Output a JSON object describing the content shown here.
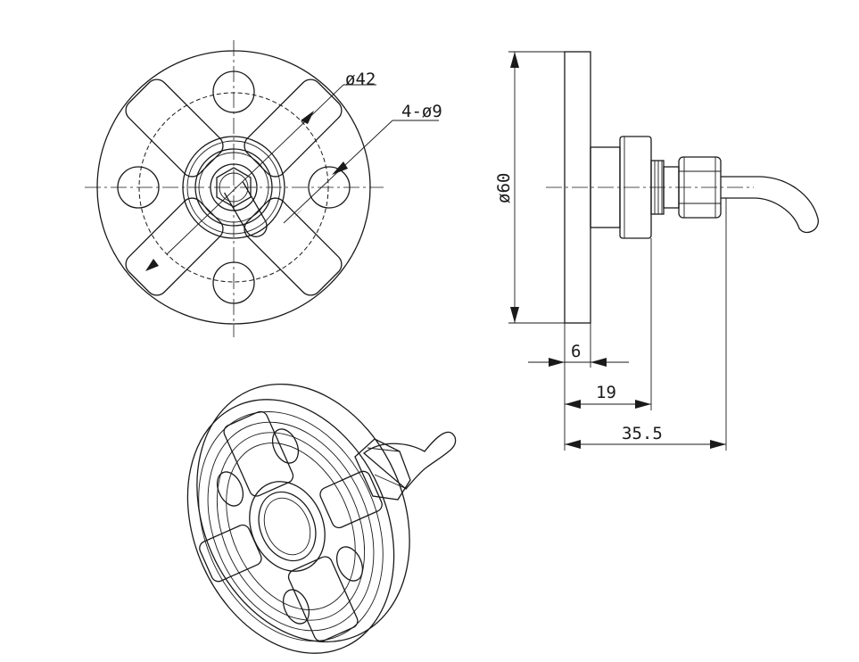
{
  "dimensions": {
    "bolt_circle": "ø42",
    "holes": "4-ø9",
    "flange_diameter": "ø60",
    "flange_thickness": "6",
    "body_length": "19",
    "overall_length": "35.5"
  },
  "colors": {
    "line": "#1a1a1a",
    "background": "#ffffff"
  }
}
